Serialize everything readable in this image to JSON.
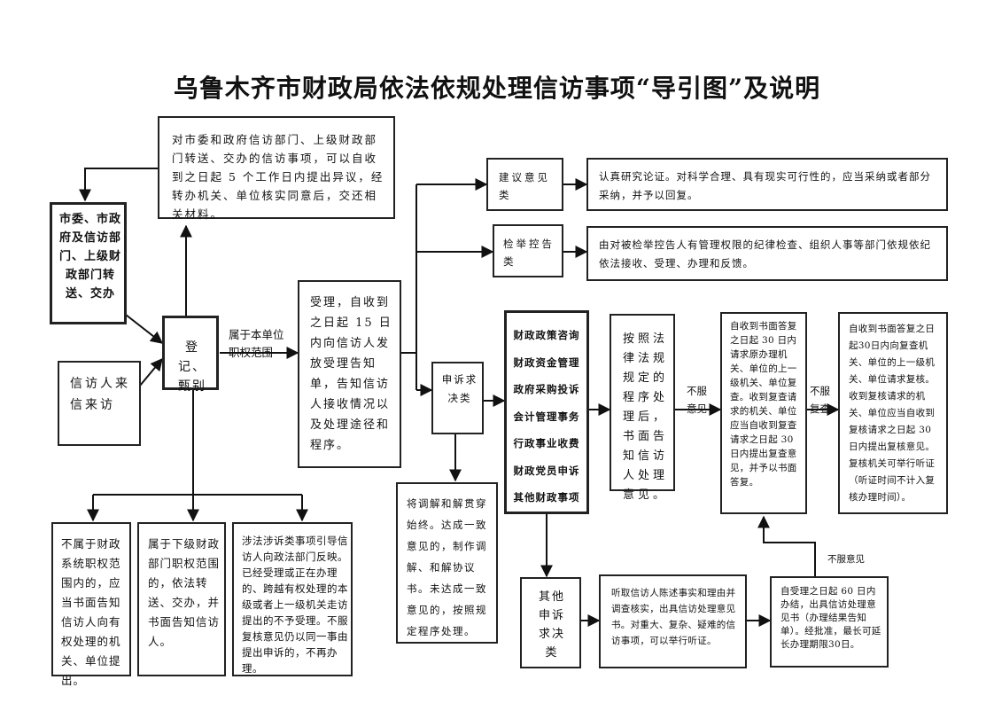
{
  "title": "乌鲁木齐市财政局依法依规处理信访事项“导引图”及说明",
  "boxes": {
    "forward_note": "对市委和政府信访部门、上级财政部门转送、交办的信访事项，可以自收到之日起 5 个工作日内提出异议，经转办机关、单位核实同意后，交还相关材料。",
    "source_forwarded": "市委、市政府及信访部门、上级财政部门转送、交办",
    "source_visit": "信访人来信来访",
    "register": "登记、甄别",
    "accept": "受理，自收到之日起 15 日内向信访人发放受理告知单，告知信访人接收情况以及处理途径和程序。",
    "not_fiscal": "不属于财政系统职权范围内的，应当书面告知信访人向有权处理的机关、单位提出。",
    "lower_level": "属于下级财政部门职权范围的，依法转送、交办，并书面告知信访人。",
    "legal": "涉法涉诉类事项引导信访人向政法部门反映。已经受理或正在办理的、跨越有权处理的本级或者上一级机关走访提出的不予受理。不服复核意见仍以同一事由提出申诉的，不再办理。",
    "suggestion_type": "建议意见类",
    "suggestion_desc": "认真研究论证。对科学合理、具有现实可行性的，应当采纳或者部分采纳，并予以回复。",
    "report_type": "检举控告类",
    "report_desc": "由对被检举控告人有管理权限的纪律检查、组织人事等部门依规依纪依法接收、受理、办理和反馈。",
    "appeal_type": "申诉求决类",
    "mediation": "将调解和解贯穿始终。达成一致意见的，制作调解、和解协议书。未达成一致意见的，按照规定程序处理。",
    "legal_procedure": "按照法律法规规定的程序处理后，书面告知信访人处理意见。",
    "review": "自收到书面答复之日起 30 日内请求原办理机关、单位的上一级机关、单位复查。收到复查请求的机关、单位应当自收到复查请求之日起 30 日内提出复查意见，并予以书面答复。",
    "recheck": "自收到书面答复之日起30日内向复查机关、单位的上一级机关、单位请求复核。收到复核请求的机关、单位应当自收到复核请求之日起 30 日内提出复核意见。复核机关可举行听证（听证时间不计入复核办理时间）。",
    "other_appeal": "其他申诉求决类",
    "investigate": "听取信访人陈述事实和理由并调查核实，出具信访处理意见书。对重大、复杂、疑难的信访事项，可以举行听证。",
    "deadline": "自受理之日起 60 日内办结，出具信访处理意见书（办理结果告知单）。经批准，最长可延长办理期限30日。"
  },
  "fiscal_items": [
    "财政政策咨询",
    "财政资金管理",
    "政府采购投诉",
    "会计管理事务",
    "行政事业收费",
    "财政党员申诉",
    "其他财政事项"
  ],
  "edge_labels": {
    "in_scope": "属于本单位\n职权范围",
    "dissatisfied_opinion": "不服\n意见",
    "dissatisfied_review": "不服\n复查",
    "dissatisfied_bottom": "不服意见"
  }
}
